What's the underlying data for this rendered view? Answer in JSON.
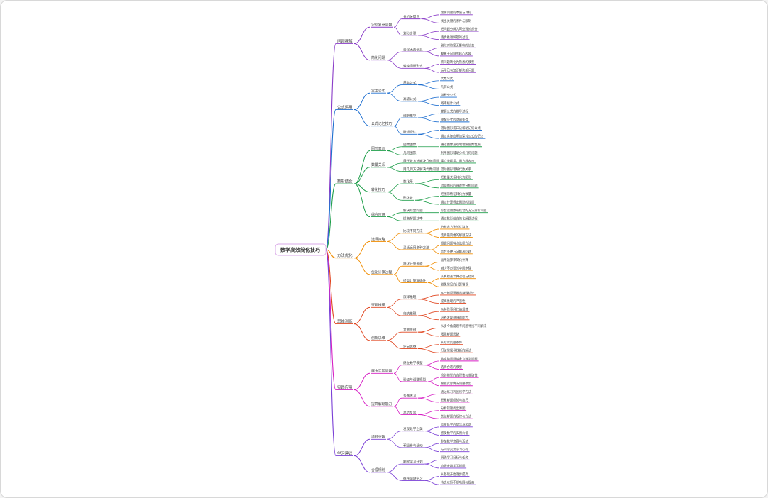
{
  "root": "数学高效简化技巧",
  "branches": [
    {
      "label": "问题拆解",
      "color": "#8a3cc8",
      "children": [
        {
          "label": "识别复杂问题",
          "children": [
            {
              "label": "分析关键点",
              "children": [
                "理解问题的本质与目标",
                "找出关键的条件与限制"
              ]
            },
            {
              "label": "划分步骤",
              "children": [
                "把问题分解为可处理的部分",
                "逐步推进解题的过程"
              ]
            }
          ]
        },
        {
          "label": "简化问题",
          "children": [
            {
              "label": "去除无关信息",
              "children": [
                "剔除对答案无影响的信息",
                "聚焦于问题的核心内容"
              ]
            },
            {
              "label": "转换问题形式",
              "children": [
                "将问题转化为熟悉的模型",
                "运用已有知识解决新问题"
              ]
            }
          ]
        }
      ]
    },
    {
      "label": "公式运用",
      "color": "#1f6fd0",
      "children": [
        {
          "label": "常用公式",
          "children": [
            {
              "label": "基本公式",
              "children": [
                "代数公式",
                "几何公式"
              ]
            },
            {
              "label": "高级公式",
              "children": [
                "微积分公式",
                "概率统计公式"
              ]
            }
          ]
        },
        {
          "label": "公式记忆技巧",
          "children": [
            {
              "label": "理解推导",
              "children": [
                "掌握公式的推导过程",
                "理解公式的适用条件"
              ]
            },
            {
              "label": "联想记忆",
              "children": [
                "借助图形或口诀帮助记忆公式",
                "通过实际应用加深对公式的记忆"
              ]
            }
          ]
        }
      ]
    },
    {
      "label": "数形结合",
      "color": "#1e9e4a",
      "children": [
        {
          "label": "图形表示",
          "children": [
            {
              "label": "函数图像",
              "children": [
                "通过图像直观地理解函数性质"
              ]
            },
            {
              "label": "几何图形",
              "children": [
                "利用图形辅助分析几何问题"
              ]
            }
          ]
        },
        {
          "label": "数量关系",
          "children": [
            {
              "label": "用代数方法解决几何问题",
              "children": [
                "建立坐标系，用方程表示"
              ]
            },
            {
              "label": "用几何方法解决代数问题",
              "children": [
                "借助图形理解代数关系"
              ]
            }
          ]
        },
        {
          "label": "转化技巧",
          "children": [
            {
              "label": "数化形",
              "children": [
                "把数量关系转化为图形",
                "借助图形的直观性分析问题"
              ]
            },
            {
              "label": "形化数",
              "children": [
                "把图形特征转化为数量",
                "通过计算得出图形的性质"
              ]
            }
          ]
        },
        {
          "label": "综合应用",
          "children": [
            {
              "label": "解决综合问题",
              "children": [
                "综合运用数形结合的方法分析问题"
              ]
            },
            {
              "label": "提高解题效率",
              "children": [
                "通过数形结合简化解题过程"
              ]
            }
          ]
        }
      ]
    },
    {
      "label": "方法优化",
      "color": "#f08c00",
      "children": [
        {
          "label": "选择策略",
          "children": [
            {
              "label": "比较不同方法",
              "children": [
                "分析各方法的优缺点",
                "选择最简便的解题方法"
              ]
            },
            {
              "label": "灵活运用多种方法",
              "children": [
                "根据问题特点选择方法",
                "结合多种方法解决问题"
              ]
            }
          ]
        },
        {
          "label": "优化计算过程",
          "children": [
            {
              "label": "简化计算步骤",
              "children": [
                "运用运算律简化计算",
                "减少不必要的中间步骤"
              ]
            },
            {
              "label": "提高计算准确性",
              "children": [
                "认真检查计算过程与结果",
                "避免常见的计算错误"
              ]
            }
          ]
        }
      ]
    },
    {
      "label": "思维训练",
      "color": "#e0441e",
      "children": [
        {
          "label": "逻辑推理",
          "children": [
            {
              "label": "演绎推理",
              "children": [
                "从一般原理推出特殊结论",
                "提高推理的严密性"
              ]
            },
            {
              "label": "归纳推理",
              "children": [
                "从特殊事例归纳规律",
                "培养发现规律的能力"
              ]
            }
          ]
        },
        {
          "label": "创新思维",
          "children": [
            {
              "label": "发散思维",
              "children": [
                "从多个角度思考问题寻找不同解法",
                "拓展解题思路"
              ]
            },
            {
              "label": "逆向思维",
              "children": [
                "从结论反推条件",
                "打破常规寻找新的解法"
              ]
            }
          ]
        }
      ]
    },
    {
      "label": "实践应用",
      "color": "#d61fc4",
      "children": [
        {
          "label": "解决实际问题",
          "children": [
            {
              "label": "建立数学模型",
              "children": [
                "将实际问题抽象为数学问题",
                "选择合适的模型"
              ]
            },
            {
              "label": "验证与调整模型",
              "children": [
                "检验模型的合理性与准确性",
                "根据实际情况调整模型"
              ]
            }
          ]
        },
        {
          "label": "提高解题能力",
          "children": [
            {
              "label": "多做练习",
              "children": [
                "通过练习巩固所学方法",
                "积累解题经验与技巧"
              ]
            },
            {
              "label": "总结反思",
              "children": [
                "分析错题找出原因",
                "总结解题的规律与方法"
              ]
            }
          ]
        }
      ]
    },
    {
      "label": "学习建议",
      "color": "#7a3fd6",
      "children": [
        {
          "label": "培养兴趣",
          "children": [
            {
              "label": "发现数学之美",
              "children": [
                "欣赏数学的简洁与和谐",
                "感受数学的实用价值"
              ]
            },
            {
              "label": "积极参与活动",
              "children": [
                "参加数学竞赛与活动",
                "与同学交流学习心得"
              ]
            }
          ]
        },
        {
          "label": "合理规划",
          "children": [
            {
              "label": "制定学习计划",
              "children": [
                "明确学习目标与任务",
                "合理安排学习时间"
              ]
            },
            {
              "label": "循序渐进学习",
              "children": [
                "从基础开始逐步提高",
                "持之以恒不断巩固与提高"
              ]
            }
          ]
        }
      ]
    }
  ]
}
